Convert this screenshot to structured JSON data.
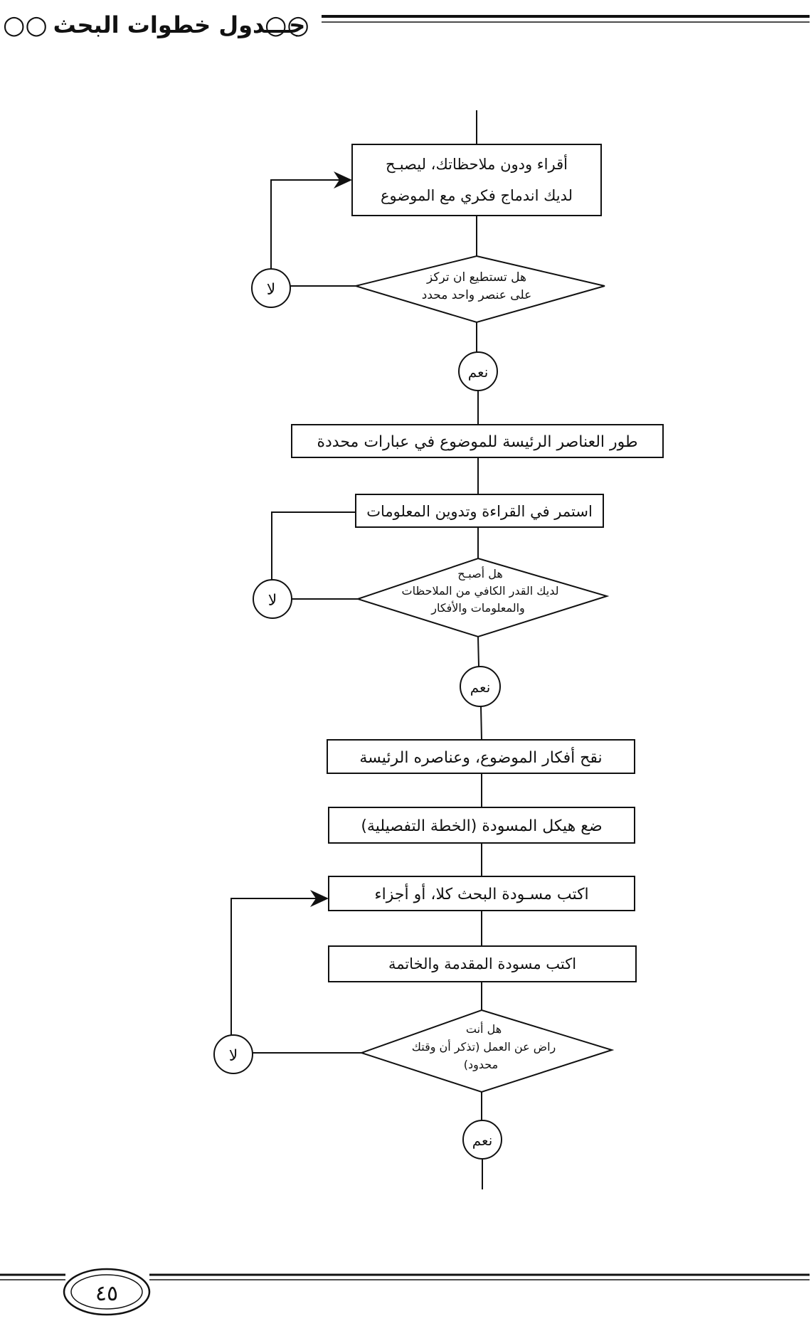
{
  "header": {
    "ornament_left": "○○",
    "title": "جـــدول خطوات البحث",
    "ornament_right": "○○"
  },
  "flowchart": {
    "box1": {
      "line1": "أقراء ودون ملاحظاتك، ليصبـح",
      "line2": "لديك اندماج فكري مع الموضوع"
    },
    "decision1": {
      "line1": "هل تستطيع ان تركز",
      "line2": "على عنصر واحد محدد"
    },
    "no1": "لا",
    "yes1": "نعم",
    "box2": "طور العناصر الرئيسة للموضوع في عبارات محددة",
    "box3": "استمر في القراءة وتدوين المعلومات",
    "decision2": {
      "line1": "هل أصبـح",
      "line2": "لديك القدر الكافي من الملاحظات",
      "line3": "والمعلومات والأفكار"
    },
    "no2": "لا",
    "yes2": "نعم",
    "box4": "نقح أفكار الموضوع، وعناصره الرئيسة",
    "box5": "ضع هيكل المسودة (الخطة التفصيلية)",
    "box6": "اكتب مسـودة البحث كلا، أو أجزاء",
    "box7": "اكتب مسودة المقدمة والخاتمة",
    "decision3": {
      "line1": "هل أنت",
      "line2": "راض عن العمل (تذكر أن وقتك",
      "line3": "محدود)"
    },
    "no3": "لا",
    "yes3": "نعم"
  },
  "footer": {
    "page_number": "٤٥"
  }
}
